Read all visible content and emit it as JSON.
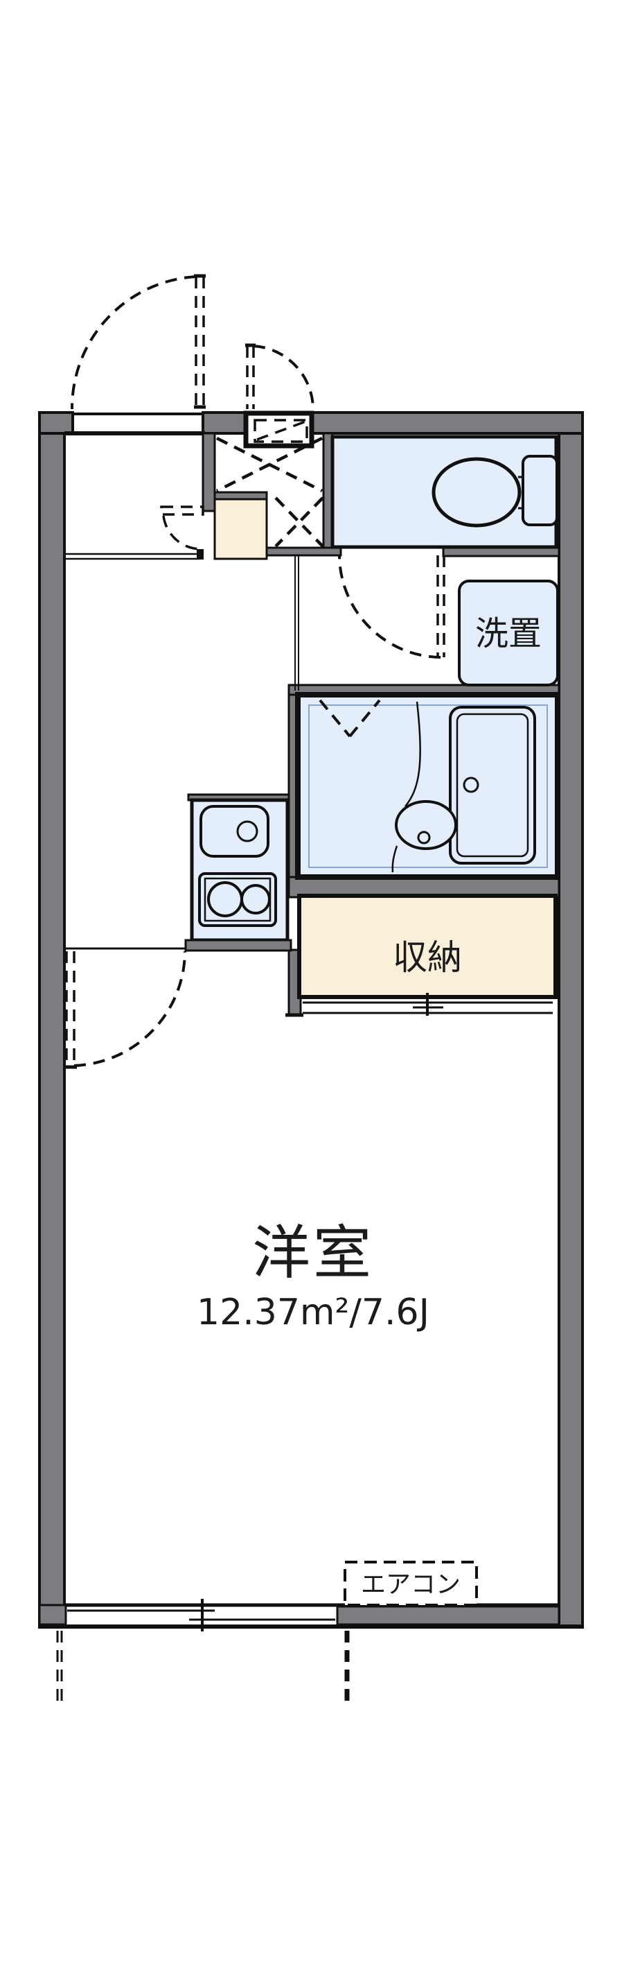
{
  "floorplan": {
    "type": "apartment-1K-floor-plan",
    "rooms": {
      "main_room": {
        "name": "洋室",
        "area_label": "12.37m²/7.6J"
      },
      "storage": {
        "name": "収納"
      },
      "laundry": {
        "name": "洗置"
      },
      "aircon": {
        "name": "エアコン"
      }
    },
    "colors": {
      "wall_gray": "#7c7c81",
      "fixture_blue": "#e4eefb",
      "genkan_cream": "#faf0da",
      "line_black": "#101010",
      "background": "#ffffff"
    }
  }
}
